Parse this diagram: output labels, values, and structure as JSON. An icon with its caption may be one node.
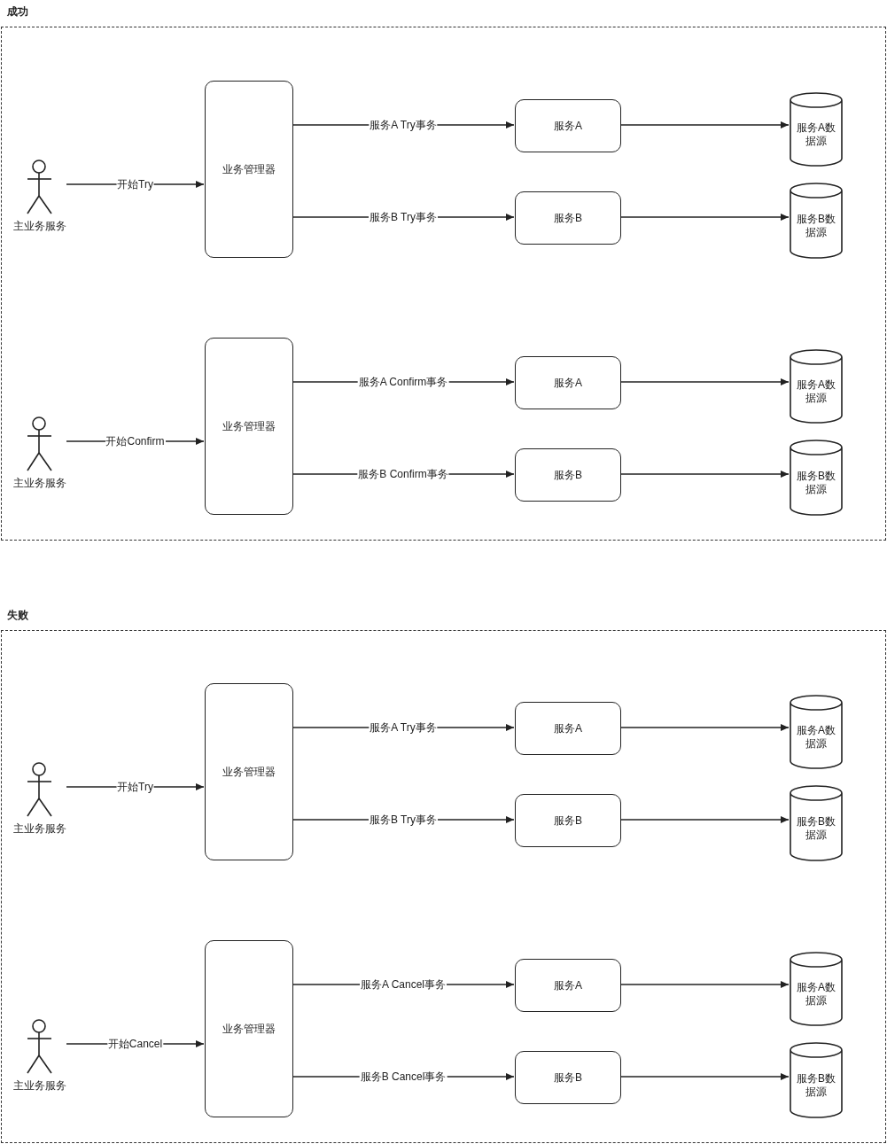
{
  "diagram": {
    "nodes": [
      {
        "text": [
          "成功"
        ]
      },
      {
        "text": [
          "主业务服务"
        ],
        "in": 0
      },
      {
        "text": [
          "业务管理器"
        ],
        "in": 0
      },
      {
        "text": [
          "服务A"
        ],
        "in": 0
      },
      {
        "text": [
          "服务B"
        ],
        "in": 0
      },
      {
        "text": [
          "服务A数据源"
        ],
        "in": 0
      },
      {
        "text": [
          "服务B数据源"
        ],
        "in": 0
      },
      {
        "text": [
          "主业务服务"
        ],
        "in": 0
      },
      {
        "text": [
          "业务管理器"
        ],
        "in": 0
      },
      {
        "text": [
          "服务A"
        ],
        "in": 0
      },
      {
        "text": [
          "服务B"
        ],
        "in": 0
      },
      {
        "text": [
          "服务A数据源"
        ],
        "in": 0
      },
      {
        "text": [
          "服务B数据源"
        ],
        "in": 0
      },
      {
        "text": [
          "失败"
        ]
      },
      {
        "text": [
          "主业务服务"
        ],
        "in": 13
      },
      {
        "text": [
          "业务管理器"
        ],
        "in": 13
      },
      {
        "text": [
          "服务A"
        ],
        "in": 13
      },
      {
        "text": [
          "服务B"
        ],
        "in": 13
      },
      {
        "text": [
          "服务A数据源"
        ],
        "in": 13
      },
      {
        "text": [
          "服务B数据源"
        ],
        "in": 13
      },
      {
        "text": [
          "主业务服务"
        ],
        "in": 13
      },
      {
        "text": [
          "业务管理器"
        ],
        "in": 13
      },
      {
        "text": [
          "服务A"
        ],
        "in": 13
      },
      {
        "text": [
          "服务B"
        ],
        "in": 13
      },
      {
        "text": [
          "服务A数据源"
        ],
        "in": 13
      },
      {
        "text": [
          "服务B数据源"
        ],
        "in": 13
      }
    ],
    "edges": [
      {
        "from": 1,
        "to": 2,
        "arrow": "to",
        "label": "开始Try"
      },
      {
        "from": 2,
        "to": 3,
        "arrow": "to",
        "label": "服务A Try事务"
      },
      {
        "from": 2,
        "to": 4,
        "arrow": "to",
        "label": "服务B Try事务"
      },
      {
        "from": 3,
        "to": 5,
        "arrow": "to"
      },
      {
        "from": 4,
        "to": 6,
        "arrow": "to"
      },
      {
        "from": 7,
        "to": 8,
        "arrow": "to",
        "label": "开始Confirm"
      },
      {
        "from": 8,
        "to": 9,
        "arrow": "to",
        "label": "服务A Confirm事务"
      },
      {
        "from": 8,
        "to": 10,
        "arrow": "to",
        "label": "服务B Confirm事务"
      },
      {
        "from": 9,
        "to": 11,
        "arrow": "to"
      },
      {
        "from": 10,
        "to": 12,
        "arrow": "to"
      },
      {
        "from": 14,
        "to": 15,
        "arrow": "to",
        "label": "开始Try"
      },
      {
        "from": 15,
        "to": 16,
        "arrow": "to",
        "label": "服务A Try事务"
      },
      {
        "from": 15,
        "to": 17,
        "arrow": "to",
        "label": "服务B Try事务"
      },
      {
        "from": 16,
        "to": 18,
        "arrow": "to"
      },
      {
        "from": 17,
        "to": 19,
        "arrow": "to"
      },
      {
        "from": 20,
        "to": 21,
        "arrow": "to",
        "label": "开始Cancel"
      },
      {
        "from": 21,
        "to": 22,
        "arrow": "to",
        "label": "服务A Cancel事务"
      },
      {
        "from": 21,
        "to": 23,
        "arrow": "to",
        "label": "服务B Cancel事务"
      },
      {
        "from": 22,
        "to": 24,
        "arrow": "to"
      },
      {
        "from": 23,
        "to": 25,
        "arrow": "to"
      }
    ]
  }
}
